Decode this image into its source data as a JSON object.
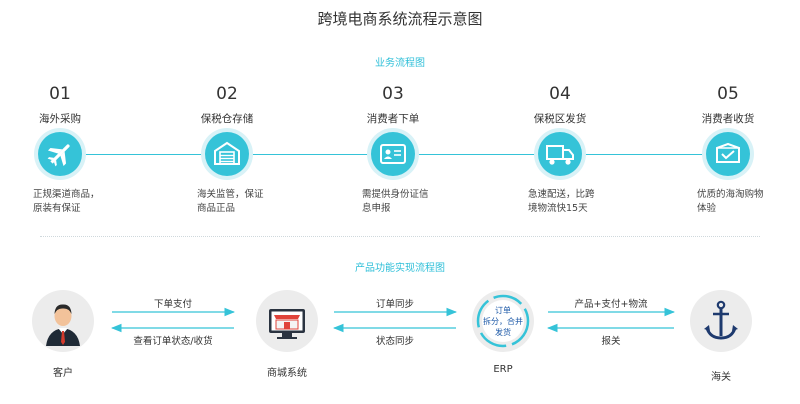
{
  "title": "跨境电商系统流程示意图",
  "section1": {
    "title": "业务流程图",
    "steps": [
      {
        "num": "01",
        "name": "海外采购",
        "desc": [
          "正规渠道商品，",
          "原装有保证"
        ],
        "icon": "airplane-icon"
      },
      {
        "num": "02",
        "name": "保税仓存储",
        "desc": [
          "海关监管，保证",
          "商品正品"
        ],
        "icon": "warehouse-icon"
      },
      {
        "num": "03",
        "name": "消费者下单",
        "desc": [
          "需提供身份证信",
          "息申报"
        ],
        "icon": "id-card-icon"
      },
      {
        "num": "04",
        "name": "保税区发货",
        "desc": [
          "急速配送，比跨",
          "境物流快15天"
        ],
        "icon": "truck-icon"
      },
      {
        "num": "05",
        "name": "消费者收货",
        "desc": [
          "优质的海淘购物",
          "体验"
        ],
        "icon": "package-icon"
      }
    ]
  },
  "section2": {
    "title": "产品功能实现流程图",
    "actors": [
      {
        "name": "客户",
        "icon": "customer-icon"
      },
      {
        "name": "商城系统",
        "icon": "storefront-icon"
      },
      {
        "name": "ERP",
        "icon": "erp-icon",
        "inner": [
          "订单",
          "拆分，合并",
          "发货"
        ]
      },
      {
        "name": "海关",
        "icon": "anchor-icon"
      }
    ],
    "flows": [
      {
        "forward": "下单支付",
        "backward": "查看订单状态/收货"
      },
      {
        "forward": "订单同步",
        "backward": "状态同步"
      },
      {
        "forward": "产品+支付+物流",
        "backward": "报关"
      }
    ]
  },
  "colors": {
    "accent": "#35c3d8",
    "accent_light": "#d8f2f7",
    "actor_bg": "#ececec",
    "navy": "#1e3a6e"
  }
}
